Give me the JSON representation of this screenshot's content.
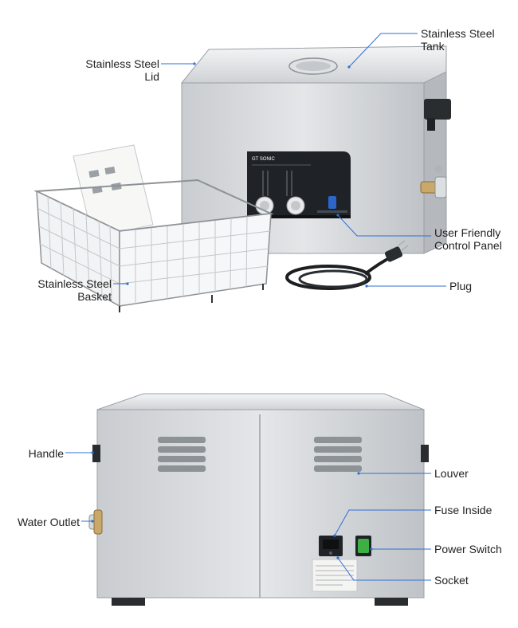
{
  "colors": {
    "leader_line": "#2f6fd6",
    "steel_light": "#e6e8ea",
    "steel_mid": "#c4c8cc",
    "steel_dark": "#8d9296",
    "panel_dark": "#1f2327",
    "power_switch": "#3cb043",
    "label_text": "#222222"
  },
  "top_view": {
    "product_brand_on_panel": "GT SONIC",
    "callouts": {
      "lid": {
        "line1": "Stainless Steel",
        "line2": "Lid"
      },
      "tank": {
        "line1": "Stainless Steel",
        "line2": "Tank"
      },
      "control_panel": {
        "line1": "User Friendly",
        "line2": "Control Panel"
      },
      "basket": {
        "line1": "Stainless Steel",
        "line2": "Basket"
      },
      "plug": {
        "line1": "Plug"
      }
    }
  },
  "back_view": {
    "callouts": {
      "handle": "Handle",
      "water_outlet": "Water Outlet",
      "louver": "Louver",
      "fuse_inside": "Fuse Inside",
      "power_switch": "Power Switch",
      "socket": "Socket"
    }
  }
}
